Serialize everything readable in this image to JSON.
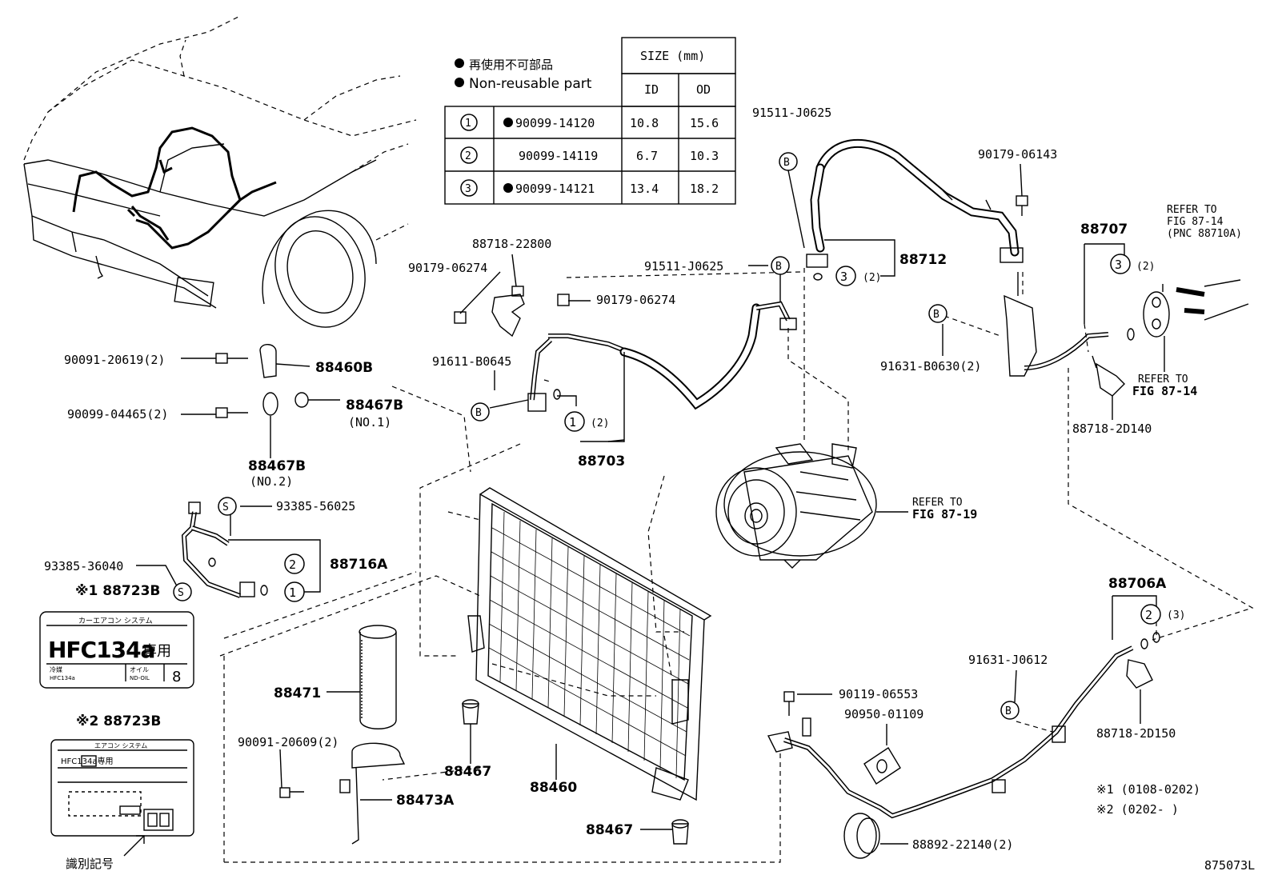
{
  "legend": {
    "non_reusable_jp": "再使用不可部品",
    "non_reusable_en": "Non-reusable part",
    "size_header": "SIZE (mm)",
    "col_id": "ID",
    "col_od": "OD",
    "rows": [
      {
        "key": "1",
        "part": "90099-14120",
        "non_reusable": true,
        "id": "10.8",
        "od": "15.6"
      },
      {
        "key": "2",
        "part": "90099-14119",
        "non_reusable": false,
        "id": "6.7",
        "od": "10.3"
      },
      {
        "key": "3",
        "part": "90099-14121",
        "non_reusable": true,
        "id": "13.4",
        "od": "18.2"
      }
    ]
  },
  "callout_letters": {
    "b": "B",
    "s": "S",
    "one": "1",
    "two": "2",
    "three": "3"
  },
  "parts": {
    "p91511_J0625_top": "91511-J0625",
    "p91511_J0625_mid": "91511-J0625",
    "p90179_06143": "90179-06143",
    "p88712": "88712",
    "qty_2_a": "(2)",
    "p88707": "88707",
    "qty_2_b": "(2)",
    "refer_87_14_a_1": "REFER TO",
    "refer_87_14_a_2": "FIG 87-14",
    "refer_87_14_a_3": "(PNC 88710A)",
    "p88718_22800": "88718-22800",
    "p90179_06274_a": "90179-06274",
    "p90179_06274_b": "90179-06274",
    "p91611_B0645": "91611-B0645",
    "qty_2_c": "(2)",
    "p88703": "88703",
    "p91631_B0630": "91631-B0630(2)",
    "refer_87_14_b_1": "REFER TO",
    "refer_87_14_b_2": "FIG 87-14",
    "p88718_2D140": "88718-2D140",
    "p90091_20619": "90091-20619(2)",
    "p88460B": "88460B",
    "p90099_04465": "90099-04465(2)",
    "p88467B_no1": "88467B",
    "no1": "(NO.1)",
    "p88467B_no2": "88467B",
    "no2": "(NO.2)",
    "p93385_56025": "93385-56025",
    "p93385_36040": "93385-36040",
    "p88716A": "88716A",
    "label1_title": "※1 88723B",
    "refer_87_19_1": "REFER TO",
    "refer_87_19_2": "FIG 87-19",
    "p88706A": "88706A",
    "qty_3": "(3)",
    "p91631_J0612": "91631-J0612",
    "p88718_2D150": "88718-2D150",
    "p88471": "88471",
    "p90119_06553": "90119-06553",
    "p90950_01109": "90950-01109",
    "p90091_20609": "90091-20609(2)",
    "p88467_a": "88467",
    "p88460": "88460",
    "p88473A": "88473A",
    "p88467_b": "88467",
    "p88892_22140": "88892-22140(2)",
    "note1": "※1 (0108-0202)",
    "note2": "※2 (0202-        )",
    "label2_title": "※2 88723B",
    "ident_mark": "識別記号",
    "fig_code": "875073L"
  },
  "label1": {
    "header": "カーエアコン システム",
    "main": "HFC134a",
    "main_suffix": "専用",
    "small_left_1": "冷媒",
    "small_left_2": "HFC134a",
    "small_mid_1": "オイル",
    "small_mid_2": "ND-OIL",
    "num": "8"
  },
  "label2": {
    "header": "エアコン システム",
    "main": "HFC134a専用"
  }
}
